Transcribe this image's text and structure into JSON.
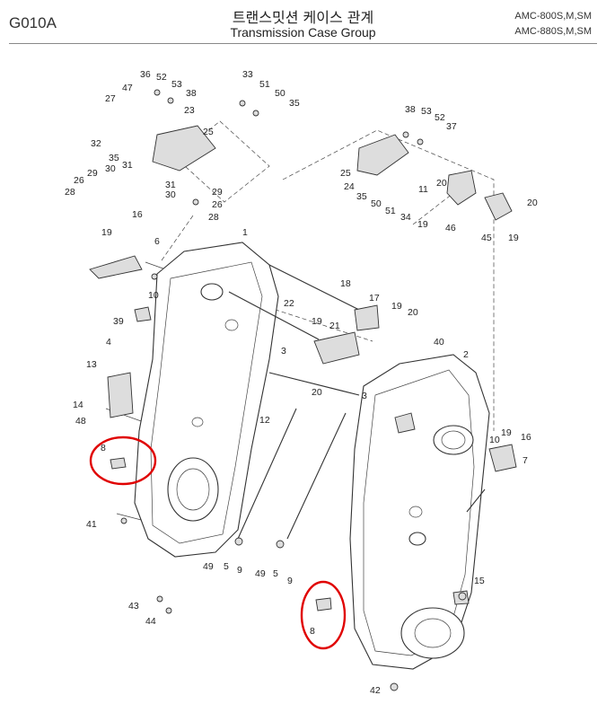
{
  "header": {
    "code": "G010A",
    "title_ko": "트랜스밋션 케이스 관계",
    "title_en": "Transmission Case Group",
    "models": [
      "AMC-800S,M,SM",
      "AMC-880S,M,SM"
    ]
  },
  "callouts": [
    {
      "id": "c36",
      "text": "36"
    },
    {
      "id": "c52a",
      "text": "52"
    },
    {
      "id": "c47",
      "text": "47"
    },
    {
      "id": "c53a",
      "text": "53"
    },
    {
      "id": "c38a",
      "text": "38"
    },
    {
      "id": "c27",
      "text": "27"
    },
    {
      "id": "c23",
      "text": "23"
    },
    {
      "id": "c33",
      "text": "33"
    },
    {
      "id": "c51a",
      "text": "51"
    },
    {
      "id": "c50a",
      "text": "50"
    },
    {
      "id": "c35a",
      "text": "35"
    },
    {
      "id": "c32",
      "text": "32"
    },
    {
      "id": "c25a",
      "text": "25"
    },
    {
      "id": "c35b",
      "text": "35"
    },
    {
      "id": "c31a",
      "text": "31"
    },
    {
      "id": "c29a",
      "text": "29"
    },
    {
      "id": "c30a",
      "text": "30"
    },
    {
      "id": "c26a",
      "text": "26"
    },
    {
      "id": "c28a",
      "text": "28"
    },
    {
      "id": "c31b",
      "text": "31"
    },
    {
      "id": "c30b",
      "text": "30"
    },
    {
      "id": "c29b",
      "text": "29"
    },
    {
      "id": "c26b",
      "text": "26"
    },
    {
      "id": "c28b",
      "text": "28"
    },
    {
      "id": "c38b",
      "text": "38"
    },
    {
      "id": "c53b",
      "text": "53"
    },
    {
      "id": "c52b",
      "text": "52"
    },
    {
      "id": "c37",
      "text": "37"
    },
    {
      "id": "c25b",
      "text": "25"
    },
    {
      "id": "c24",
      "text": "24"
    },
    {
      "id": "c35c",
      "text": "35"
    },
    {
      "id": "c50b",
      "text": "50"
    },
    {
      "id": "c51b",
      "text": "51"
    },
    {
      "id": "c34",
      "text": "34"
    },
    {
      "id": "c19a",
      "text": "19"
    },
    {
      "id": "c11",
      "text": "11"
    },
    {
      "id": "c20a",
      "text": "20"
    },
    {
      "id": "c46",
      "text": "46"
    },
    {
      "id": "c20b",
      "text": "20"
    },
    {
      "id": "c45",
      "text": "45"
    },
    {
      "id": "c19b",
      "text": "19"
    },
    {
      "id": "c16a",
      "text": "16"
    },
    {
      "id": "c19c",
      "text": "19"
    },
    {
      "id": "c6",
      "text": "6"
    },
    {
      "id": "c1",
      "text": "1"
    },
    {
      "id": "c10a",
      "text": "10"
    },
    {
      "id": "c18",
      "text": "18"
    },
    {
      "id": "c17",
      "text": "17"
    },
    {
      "id": "c19d",
      "text": "19"
    },
    {
      "id": "c20c",
      "text": "20"
    },
    {
      "id": "c22",
      "text": "22"
    },
    {
      "id": "c39",
      "text": "39"
    },
    {
      "id": "c19e",
      "text": "19"
    },
    {
      "id": "c21",
      "text": "21"
    },
    {
      "id": "c4",
      "text": "4"
    },
    {
      "id": "c3",
      "text": "3"
    },
    {
      "id": "c40",
      "text": "40"
    },
    {
      "id": "c2",
      "text": "2"
    },
    {
      "id": "c13",
      "text": "13"
    },
    {
      "id": "c20d",
      "text": "20"
    },
    {
      "id": "c3b",
      "text": "3"
    },
    {
      "id": "c14",
      "text": "14"
    },
    {
      "id": "c12",
      "text": "12"
    },
    {
      "id": "c48",
      "text": "48"
    },
    {
      "id": "c19f",
      "text": "19"
    },
    {
      "id": "c16b",
      "text": "16"
    },
    {
      "id": "c10b",
      "text": "10"
    },
    {
      "id": "c8a",
      "text": "8"
    },
    {
      "id": "c7",
      "text": "7"
    },
    {
      "id": "c41",
      "text": "41"
    },
    {
      "id": "c49a",
      "text": "49"
    },
    {
      "id": "c5a",
      "text": "5"
    },
    {
      "id": "c9a",
      "text": "9"
    },
    {
      "id": "c49b",
      "text": "49"
    },
    {
      "id": "c5b",
      "text": "5"
    },
    {
      "id": "c9b",
      "text": "9"
    },
    {
      "id": "c15",
      "text": "15"
    },
    {
      "id": "c43",
      "text": "43"
    },
    {
      "id": "c44",
      "text": "44"
    },
    {
      "id": "c8b",
      "text": "8"
    },
    {
      "id": "c42",
      "text": "42"
    }
  ],
  "highlights": [
    {
      "id": "h1",
      "label": "8"
    },
    {
      "id": "h2",
      "label": "8"
    }
  ],
  "colors": {
    "line": "#333333",
    "highlight": "#e00000",
    "background": "#ffffff"
  }
}
